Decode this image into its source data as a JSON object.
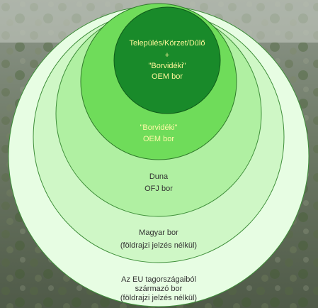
{
  "diagram": {
    "circles": [
      {
        "id": "eu",
        "lines": [
          "Az EU tagországaiból",
          "származó bor",
          "(földrajzi jelzés nélkül)"
        ],
        "fill": "#e7fde3",
        "text_color": "#333333"
      },
      {
        "id": "magyar",
        "lines": [
          "Magyar bor",
          "(földrajzi jelzés nélkül)"
        ],
        "fill": "#cff7c6",
        "text_color": "#333333"
      },
      {
        "id": "duna",
        "lines": [
          "Duna",
          "OFJ bor"
        ],
        "fill": "#b0f0a2",
        "text_color": "#333333"
      },
      {
        "id": "borvideki",
        "lines": [
          "\"Borvidéki\"",
          "OEM bor"
        ],
        "fill": "#6fdc5a",
        "text_color": "#fff9a8"
      },
      {
        "id": "telepules",
        "lines": [
          "Település/Körzet/Dűlő",
          "+",
          "\"Borvidéki\"",
          "OEM bor"
        ],
        "fill": "#198a2a",
        "text_color": "#fff79a"
      }
    ]
  }
}
